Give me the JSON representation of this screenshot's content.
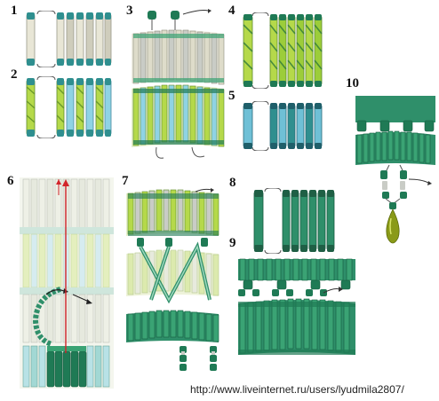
{
  "steps": [
    "1",
    "2",
    "3",
    "4",
    "5",
    "10",
    "6",
    "7",
    "8",
    "9"
  ],
  "footer": {
    "url": "http://www.liveinternet.ru/users/lyudmila2807/"
  },
  "colors": {
    "dark_green": "#1f7a55",
    "mid_green": "#3aa374",
    "light_green": "#b5d94a",
    "teal": "#2f8f8f",
    "cream": "#efeee0",
    "silver": "#c9ccc6",
    "sky": "#8fd3e4",
    "olive_drop": "#8a9a18",
    "red_arrow": "#d2242a",
    "thread": "#555555"
  }
}
